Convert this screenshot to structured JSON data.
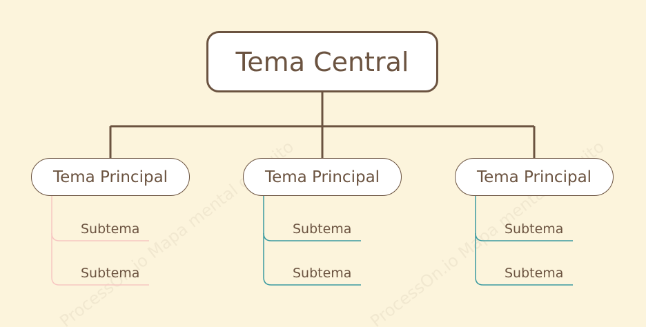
{
  "central_topic": "Tema Central",
  "main_topics": [
    {
      "label": "Tema Principal",
      "branch_color": "#f7c6c2",
      "subtopics": [
        "Subtema",
        "Subtema"
      ]
    },
    {
      "label": "Tema Principal",
      "branch_color": "#3a9aa0",
      "subtopics": [
        "Subtema",
        "Subtema"
      ]
    },
    {
      "label": "Tema Principal",
      "branch_color": "#3a9aa0",
      "subtopics": [
        "Subtema",
        "Subtema"
      ]
    }
  ],
  "watermark": "ProcessOn.io Mapa mental gratuito",
  "colors": {
    "background": "#fcf4dc",
    "connector": "#6b5340",
    "text": "#6b5340"
  }
}
